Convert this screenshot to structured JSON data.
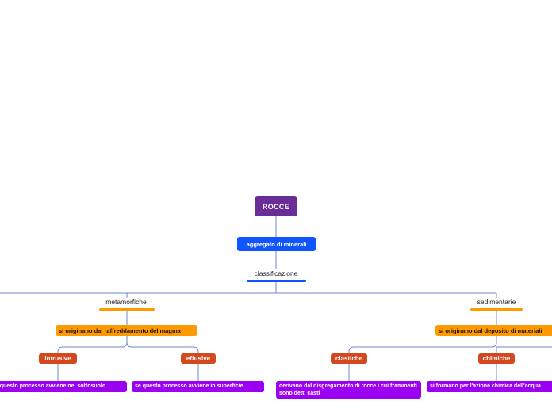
{
  "root": {
    "label": "ROCCE"
  },
  "definition": {
    "label": "aggregato di minerali"
  },
  "classification": {
    "label": "classificazione"
  },
  "metamorfiche": {
    "label": "metamorfiche",
    "origin": "si originano dal raffreddamento del magma",
    "children": [
      {
        "label": "intrusive",
        "desc": "se questo processo avviene nel sottosuolo"
      },
      {
        "label": "effusive",
        "desc": "se questo processo avviene in superficie"
      }
    ]
  },
  "sedimentarie": {
    "label": "sedimentarie",
    "origin": "si originano dal deposito di materiali",
    "children": [
      {
        "label": "clastiche",
        "desc": "derivano dal disgregamento di rocce i cui frammenti sono detti casti"
      },
      {
        "label": "chimiche",
        "desc": "si formano per l'azione chimica dell'acqua"
      }
    ]
  },
  "colors": {
    "root": "#6a2c96",
    "definition": "#1155ff",
    "connector": "#6b86d6",
    "origin": "#ff9900",
    "category": "#d4481f",
    "description": "#9b00f2"
  }
}
